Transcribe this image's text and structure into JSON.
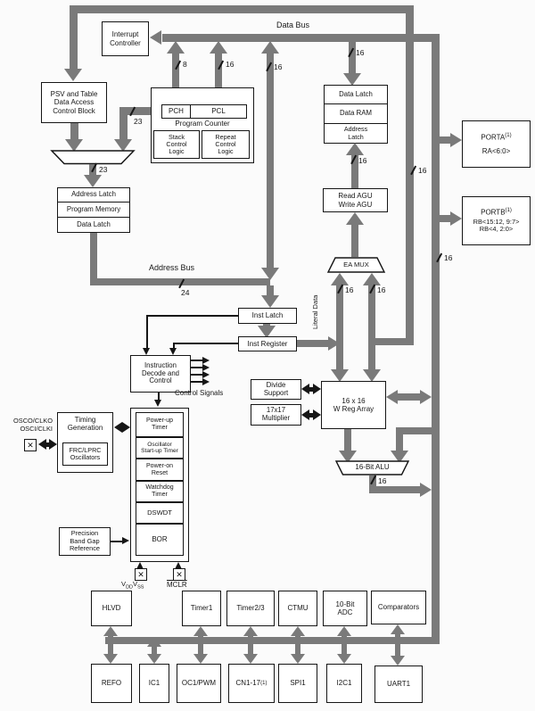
{
  "buses": {
    "data_bus": "Data Bus",
    "address_bus": "Address Bus",
    "literal_data": "Literal Data",
    "control_signals": "Control Signals"
  },
  "widths": {
    "w8": "8",
    "w16": "16",
    "w23": "23",
    "w24": "24"
  },
  "blocks": {
    "interrupt_controller": "Interrupt\nController",
    "psv": "PSV and Table\nData Access\nControl Block",
    "pch": "PCH",
    "pcl": "PCL",
    "program_counter": "Program Counter",
    "stack_logic": "Stack\nControl\nLogic",
    "repeat_logic": "Repeat\nControl\nLogic",
    "program_memory_stack": [
      "Address Latch",
      "Program Memory",
      "Data Latch"
    ],
    "data_ram_stack": [
      "Data Latch",
      "Data RAM",
      "Address\nLatch"
    ],
    "agu": "Read AGU\nWrite AGU",
    "ea_mux": "EA MUX",
    "inst_latch": "Inst Latch",
    "inst_register": "Inst Register",
    "instruction_decode": "Instruction\nDecode and\nControl",
    "divide_support": "Divide\nSupport",
    "multiplier": "17x17\nMultiplier",
    "w_reg_array": "16 x 16\nW Reg Array",
    "alu": "16-Bit ALU",
    "timing_generation": "Timing\nGeneration",
    "frc_lprc": "FRC/LPRC\nOscillators",
    "resets": [
      "Power-up\nTimer",
      "Oscillator\nStart-up Timer",
      "Power-on\nReset",
      "Watchdog\nTimer",
      "DSWDT",
      "BOR"
    ],
    "band_gap": "Precision\nBand Gap\nReference",
    "porta": {
      "name": "PORTA",
      "sup": "(1)",
      "pins": "RA<6:0>"
    },
    "portb": {
      "name": "PORTB",
      "sup": "(1)",
      "pins": "RB<15:12, 9:7>\nRB<4, 2:0>"
    }
  },
  "pins": {
    "osc_labels": "OSCO/CLKO\nOSCI/CLKI",
    "x_glyph": "✕",
    "vdd": {
      "b1": "V",
      "s1": "DD",
      "b2": "V",
      "s2": "SS"
    },
    "mclr": "MCLR"
  },
  "peripherals": {
    "top": [
      "HLVD",
      "Timer1",
      "Timer2/3",
      "CTMU",
      "10-Bit\nADC",
      "Comparators"
    ],
    "bottom": [
      {
        "base": "REFO",
        "sup": ""
      },
      {
        "base": "IC1",
        "sup": ""
      },
      {
        "base": "OC1/PWM",
        "sup": ""
      },
      {
        "base": "CN1-17",
        "sup": "(1)"
      },
      {
        "base": "SPI1",
        "sup": ""
      },
      {
        "base": "I2C1",
        "sup": ""
      },
      {
        "base": "UART1",
        "sup": ""
      }
    ]
  },
  "colors": {
    "bus_gray": "#7a7a7a",
    "line_black": "#161616",
    "box_fill": "#ffffff"
  }
}
